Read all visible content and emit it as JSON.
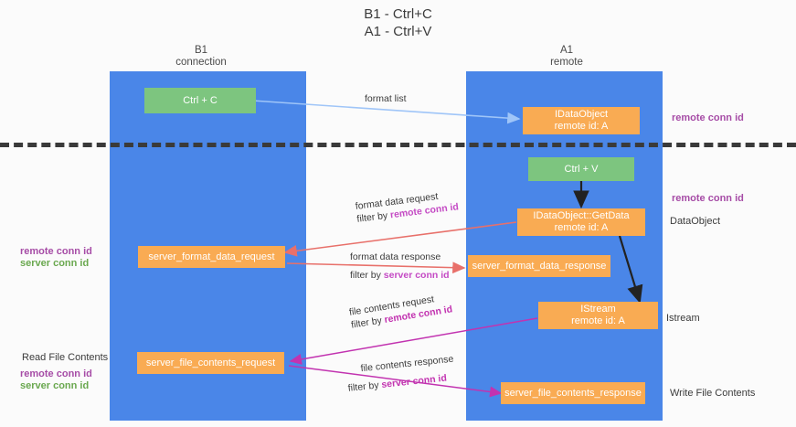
{
  "title": {
    "line1": "B1 - Ctrl+C",
    "line2": "A1 - Ctrl+V"
  },
  "columns": [
    {
      "name": "B1",
      "role": "connection"
    },
    {
      "name": "A1",
      "role": "remote"
    }
  ],
  "boxes": {
    "ctrl_c": "Ctrl + C",
    "idataobject": "IDataObject\nremote id: A",
    "idataobject_l1": "IDataObject",
    "idataobject_l2": "remote id: A",
    "ctrl_v": "Ctrl + V",
    "getdata_l1": "IDataObject::GetData",
    "getdata_l2": "remote id: A",
    "server_format_data_request": "server_format_data_request",
    "server_format_data_response": "server_format_data_response",
    "istream_l1": "IStream",
    "istream_l2": "remote id: A",
    "server_file_contents_request": "server_file_contents_request",
    "server_file_contents_response": "server_file_contents_response"
  },
  "arrow_labels": {
    "format_list": "format list",
    "format_data_request": "format data request",
    "format_data_request_filter_prefix": "filter by ",
    "format_data_request_filter_id": "remote conn id",
    "format_data_response": "format data response",
    "format_data_response_filter_prefix": "filter by ",
    "format_data_response_filter_id": "server conn id",
    "file_contents_request": "file contents request",
    "file_contents_request_filter_prefix": "filter by ",
    "file_contents_request_filter_id": "remote conn id",
    "file_contents_response": "file contents response",
    "file_contents_response_filter_prefix": "filter by ",
    "file_contents_response_filter_id": "server conn id"
  },
  "side_labels": {
    "right_remote_conn_id_top": "remote conn id",
    "right_remote_conn_id_mid": "remote conn id",
    "right_dataobject": "DataObject",
    "right_istream": "Istream",
    "right_write_file_contents": "Write File Contents",
    "left_remote_conn_id": "remote conn id",
    "left_server_conn_id": "server conn id",
    "left_read_file_contents": "Read File Contents",
    "left_remote_conn_id_2": "remote conn id",
    "left_server_conn_id_2": "server conn id"
  },
  "colors": {
    "lane": "#4a86e8",
    "box_orange": "#f9ab53",
    "box_green": "#7dc57f",
    "conn_purple": "#a64ca6",
    "conn_green": "#6aa84f",
    "arrow_blue": "#9fc5f8",
    "arrow_red": "#e8706a",
    "arrow_magenta": "#c233b0",
    "arrow_black": "#222222",
    "divider": "#3a3a3a",
    "background": "#fbfbfb"
  }
}
